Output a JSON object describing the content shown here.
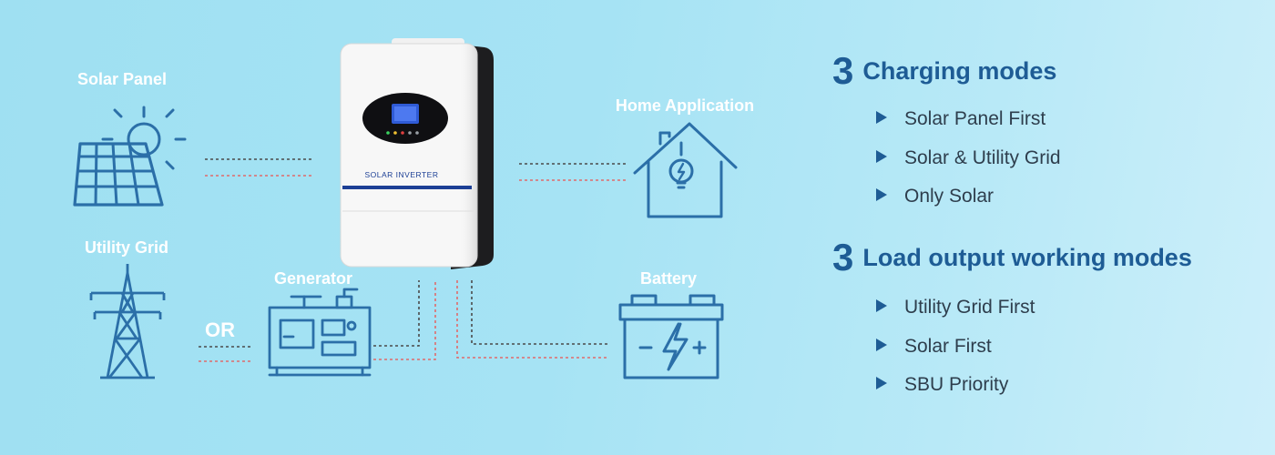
{
  "labels": {
    "solar_panel": "Solar Panel",
    "utility_grid": "Utility Grid",
    "generator": "Generator",
    "or": "OR",
    "home_application": "Home Application",
    "battery": "Battery",
    "inverter_text": "SOLAR INVERTER"
  },
  "charging": {
    "count": "3",
    "title": "Charging modes",
    "items": [
      "Solar Panel First",
      "Solar & Utility Grid",
      "Only Solar"
    ]
  },
  "load": {
    "count": "3",
    "title": "Load output working modes",
    "items": [
      "Utility Grid First",
      "Solar First",
      "SBU Priority"
    ]
  },
  "colors": {
    "icon_stroke": "#2b6fa8",
    "heading": "#1e5c95",
    "line_dark": "#4a4a4a",
    "line_red": "#e06b6b",
    "inverter_accent": "#1c3f95"
  },
  "icons": [
    "sun-icon",
    "solar-panel-icon",
    "power-tower-icon",
    "generator-icon",
    "house-bulb-icon",
    "battery-icon"
  ]
}
